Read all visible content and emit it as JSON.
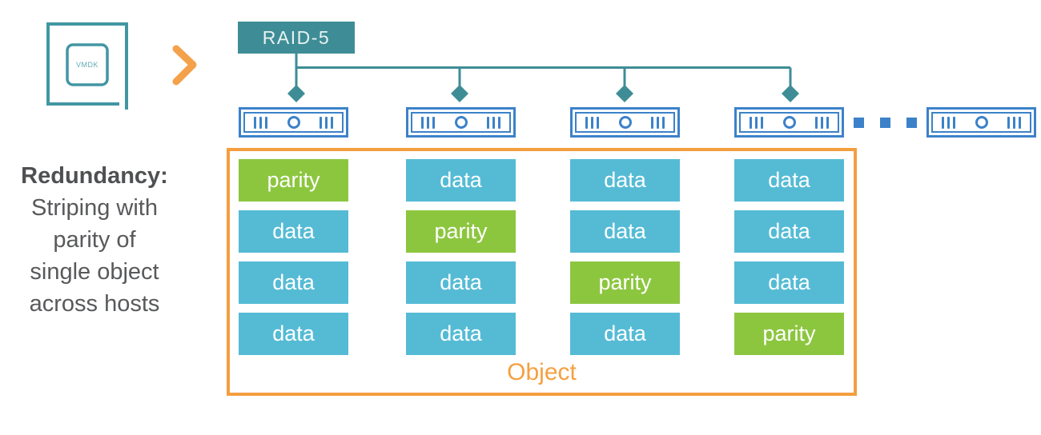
{
  "vmdk_icon": {
    "label": "VMDK"
  },
  "raid_label": "RAID-5",
  "left_text": {
    "title": "Redundancy:",
    "lines": [
      "Striping with",
      "parity of",
      "single object",
      "across hosts"
    ]
  },
  "object_box": {
    "label": "Object",
    "columns": [
      {
        "blocks": [
          {
            "label": "parity",
            "type": "parity"
          },
          {
            "label": "data",
            "type": "data"
          },
          {
            "label": "data",
            "type": "data"
          },
          {
            "label": "data",
            "type": "data"
          }
        ]
      },
      {
        "blocks": [
          {
            "label": "data",
            "type": "data"
          },
          {
            "label": "parity",
            "type": "parity"
          },
          {
            "label": "data",
            "type": "data"
          },
          {
            "label": "data",
            "type": "data"
          }
        ]
      },
      {
        "blocks": [
          {
            "label": "data",
            "type": "data"
          },
          {
            "label": "data",
            "type": "data"
          },
          {
            "label": "parity",
            "type": "parity"
          },
          {
            "label": "data",
            "type": "data"
          }
        ]
      },
      {
        "blocks": [
          {
            "label": "data",
            "type": "data"
          },
          {
            "label": "data",
            "type": "data"
          },
          {
            "label": "data",
            "type": "data"
          },
          {
            "label": "parity",
            "type": "parity"
          }
        ]
      }
    ]
  },
  "colors": {
    "teal": "#3E8D96",
    "vmdk_teal": "#4296A3",
    "host_blue": "#3C82C9",
    "data_blue": "#55BBD5",
    "parity_green": "#8CC63F",
    "orange": "#F49E3F",
    "text_gray": "#58595B"
  }
}
